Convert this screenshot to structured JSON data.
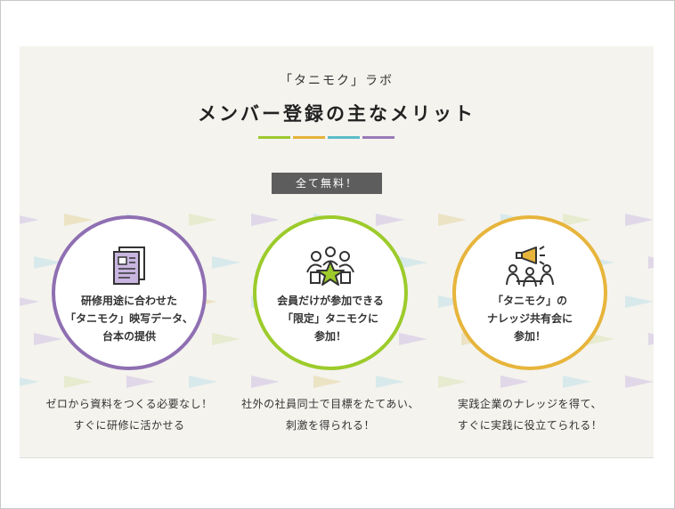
{
  "header": {
    "subtitle": "「タニモク」ラボ",
    "title": "メンバー登録の主なメリット",
    "underline_colors": [
      "#9dc82f",
      "#e5b33a",
      "#5bbcc8",
      "#9a7ab8"
    ]
  },
  "badge": {
    "label": "全て無料！"
  },
  "benefits": [
    {
      "label": "研修用途に合わせた\n「タニモク」映写データ、\n台本の提供",
      "description": "ゼロから資料をつくる必要なし！\nすぐに研修に活かせる",
      "ring_color": "#8f6fb2",
      "icon": "document-icon"
    },
    {
      "label": "会員だけが参加できる\n「限定」タニモクに\n参加！",
      "description": "社外の社員同士で目標をたてあい、\n刺激を得られる！",
      "ring_color": "#9ccb2b",
      "icon": "group-star-icon"
    },
    {
      "label": "「タニモク」の\nナレッジ共有会に\n参加！",
      "description": "実践企業のナレッジを得て、\nすぐに実践に役立てられる！",
      "ring_color": "#e7b53c",
      "icon": "megaphone-meeting-icon"
    }
  ]
}
